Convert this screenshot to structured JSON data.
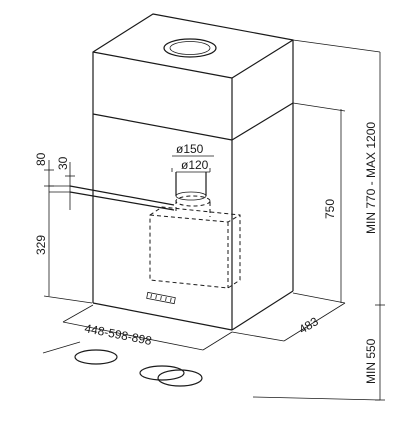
{
  "diagram": {
    "labels": {
      "dim_80": "80",
      "dim_30": "30",
      "dim_329": "329",
      "dia_150": "ø150",
      "dia_120": "ø120",
      "dim_750": "750",
      "dim_min_max": "MIN 770 - MAX 1200",
      "dim_width": "448-598-898",
      "dim_depth": "483",
      "dim_min_550": "MIN 550"
    }
  }
}
